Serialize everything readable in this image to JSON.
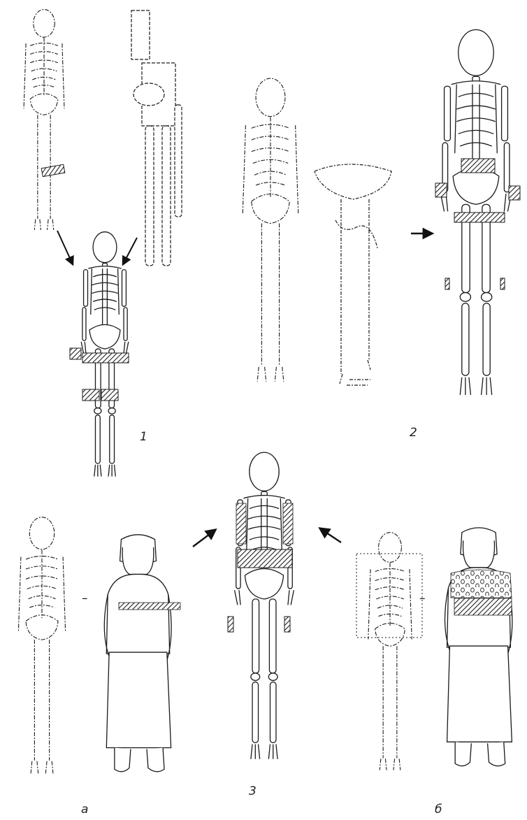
{
  "labels": {
    "group1": "1",
    "group2": "2",
    "group3": "3",
    "sub_a": "а",
    "sub_b": "б",
    "dash_a": "–",
    "dash_b": "–"
  },
  "colors": {
    "ink": "#1a1a1a",
    "paper": "#ffffff",
    "hatch": "#333333"
  }
}
